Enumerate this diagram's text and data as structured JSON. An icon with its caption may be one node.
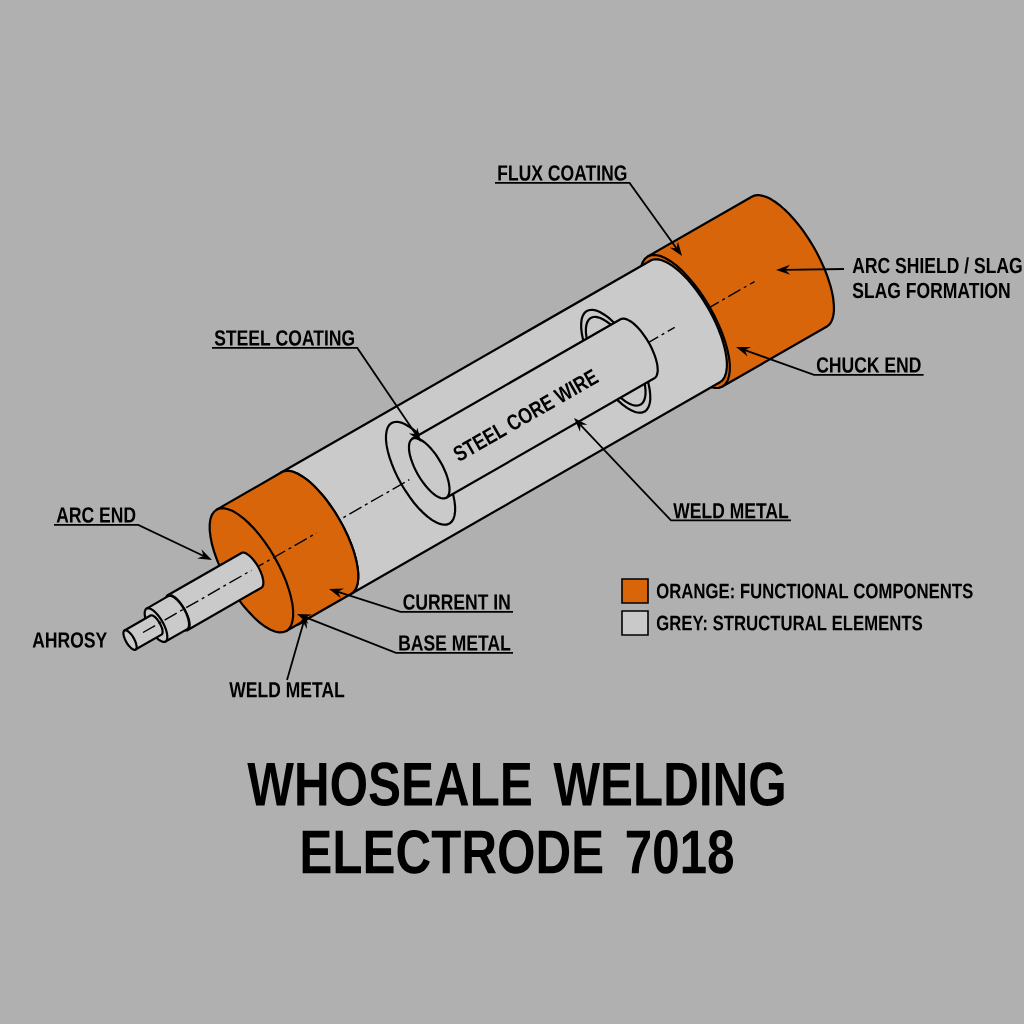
{
  "diagram": {
    "title": "WHOSEALE WELDING ELECTRODE 7018",
    "nodes": [
      {
        "text": [
          "FLUX COATING"
        ]
      },
      {
        "text": [
          "ARC SHIELD / SLAG",
          "SLAG FORMATION"
        ]
      },
      {
        "text": [
          "STEEL COATING"
        ]
      },
      {
        "text": [
          "CHUCK END"
        ]
      },
      {
        "text": [
          "WELD METAL"
        ]
      },
      {
        "text": [
          "ARC END"
        ]
      },
      {
        "text": [
          "CURRENT IN"
        ]
      },
      {
        "text": [
          "BASE METAL"
        ]
      },
      {
        "text": [
          "WELD METAL"
        ]
      },
      {
        "text": [
          "STEEL CORE WIRE"
        ]
      },
      {
        "text": [],
        "shape": "cylinder"
      },
      {
        "text": [],
        "shape": "cylinder"
      },
      {
        "text": [],
        "shape": "cylinder"
      }
    ],
    "edges": [
      {
        "from": 0,
        "to": 10,
        "arrow": "to"
      },
      {
        "from": 1,
        "to": 10,
        "arrow": "to"
      },
      {
        "from": 2,
        "to": 9,
        "arrow": "to"
      },
      {
        "from": 3,
        "to": 10,
        "arrow": "to"
      },
      {
        "from": 4,
        "to": 9,
        "arrow": "to"
      },
      {
        "from": 5,
        "to": 12,
        "arrow": "to"
      },
      {
        "from": 6,
        "to": 11,
        "arrow": "to"
      },
      {
        "from": 7,
        "to": 11,
        "arrow": "to"
      },
      {
        "from": 8,
        "to": 11,
        "arrow": "to"
      }
    ],
    "labels": [
      "AHROSY"
    ],
    "legend": [
      {
        "text": "ORANGE: FUNCTIONAL COMPONENTS",
        "color": "#d9650b"
      },
      {
        "text": "GREY: STRUCTURAL ELEMENTS",
        "color": "#c9c9c9"
      }
    ]
  }
}
